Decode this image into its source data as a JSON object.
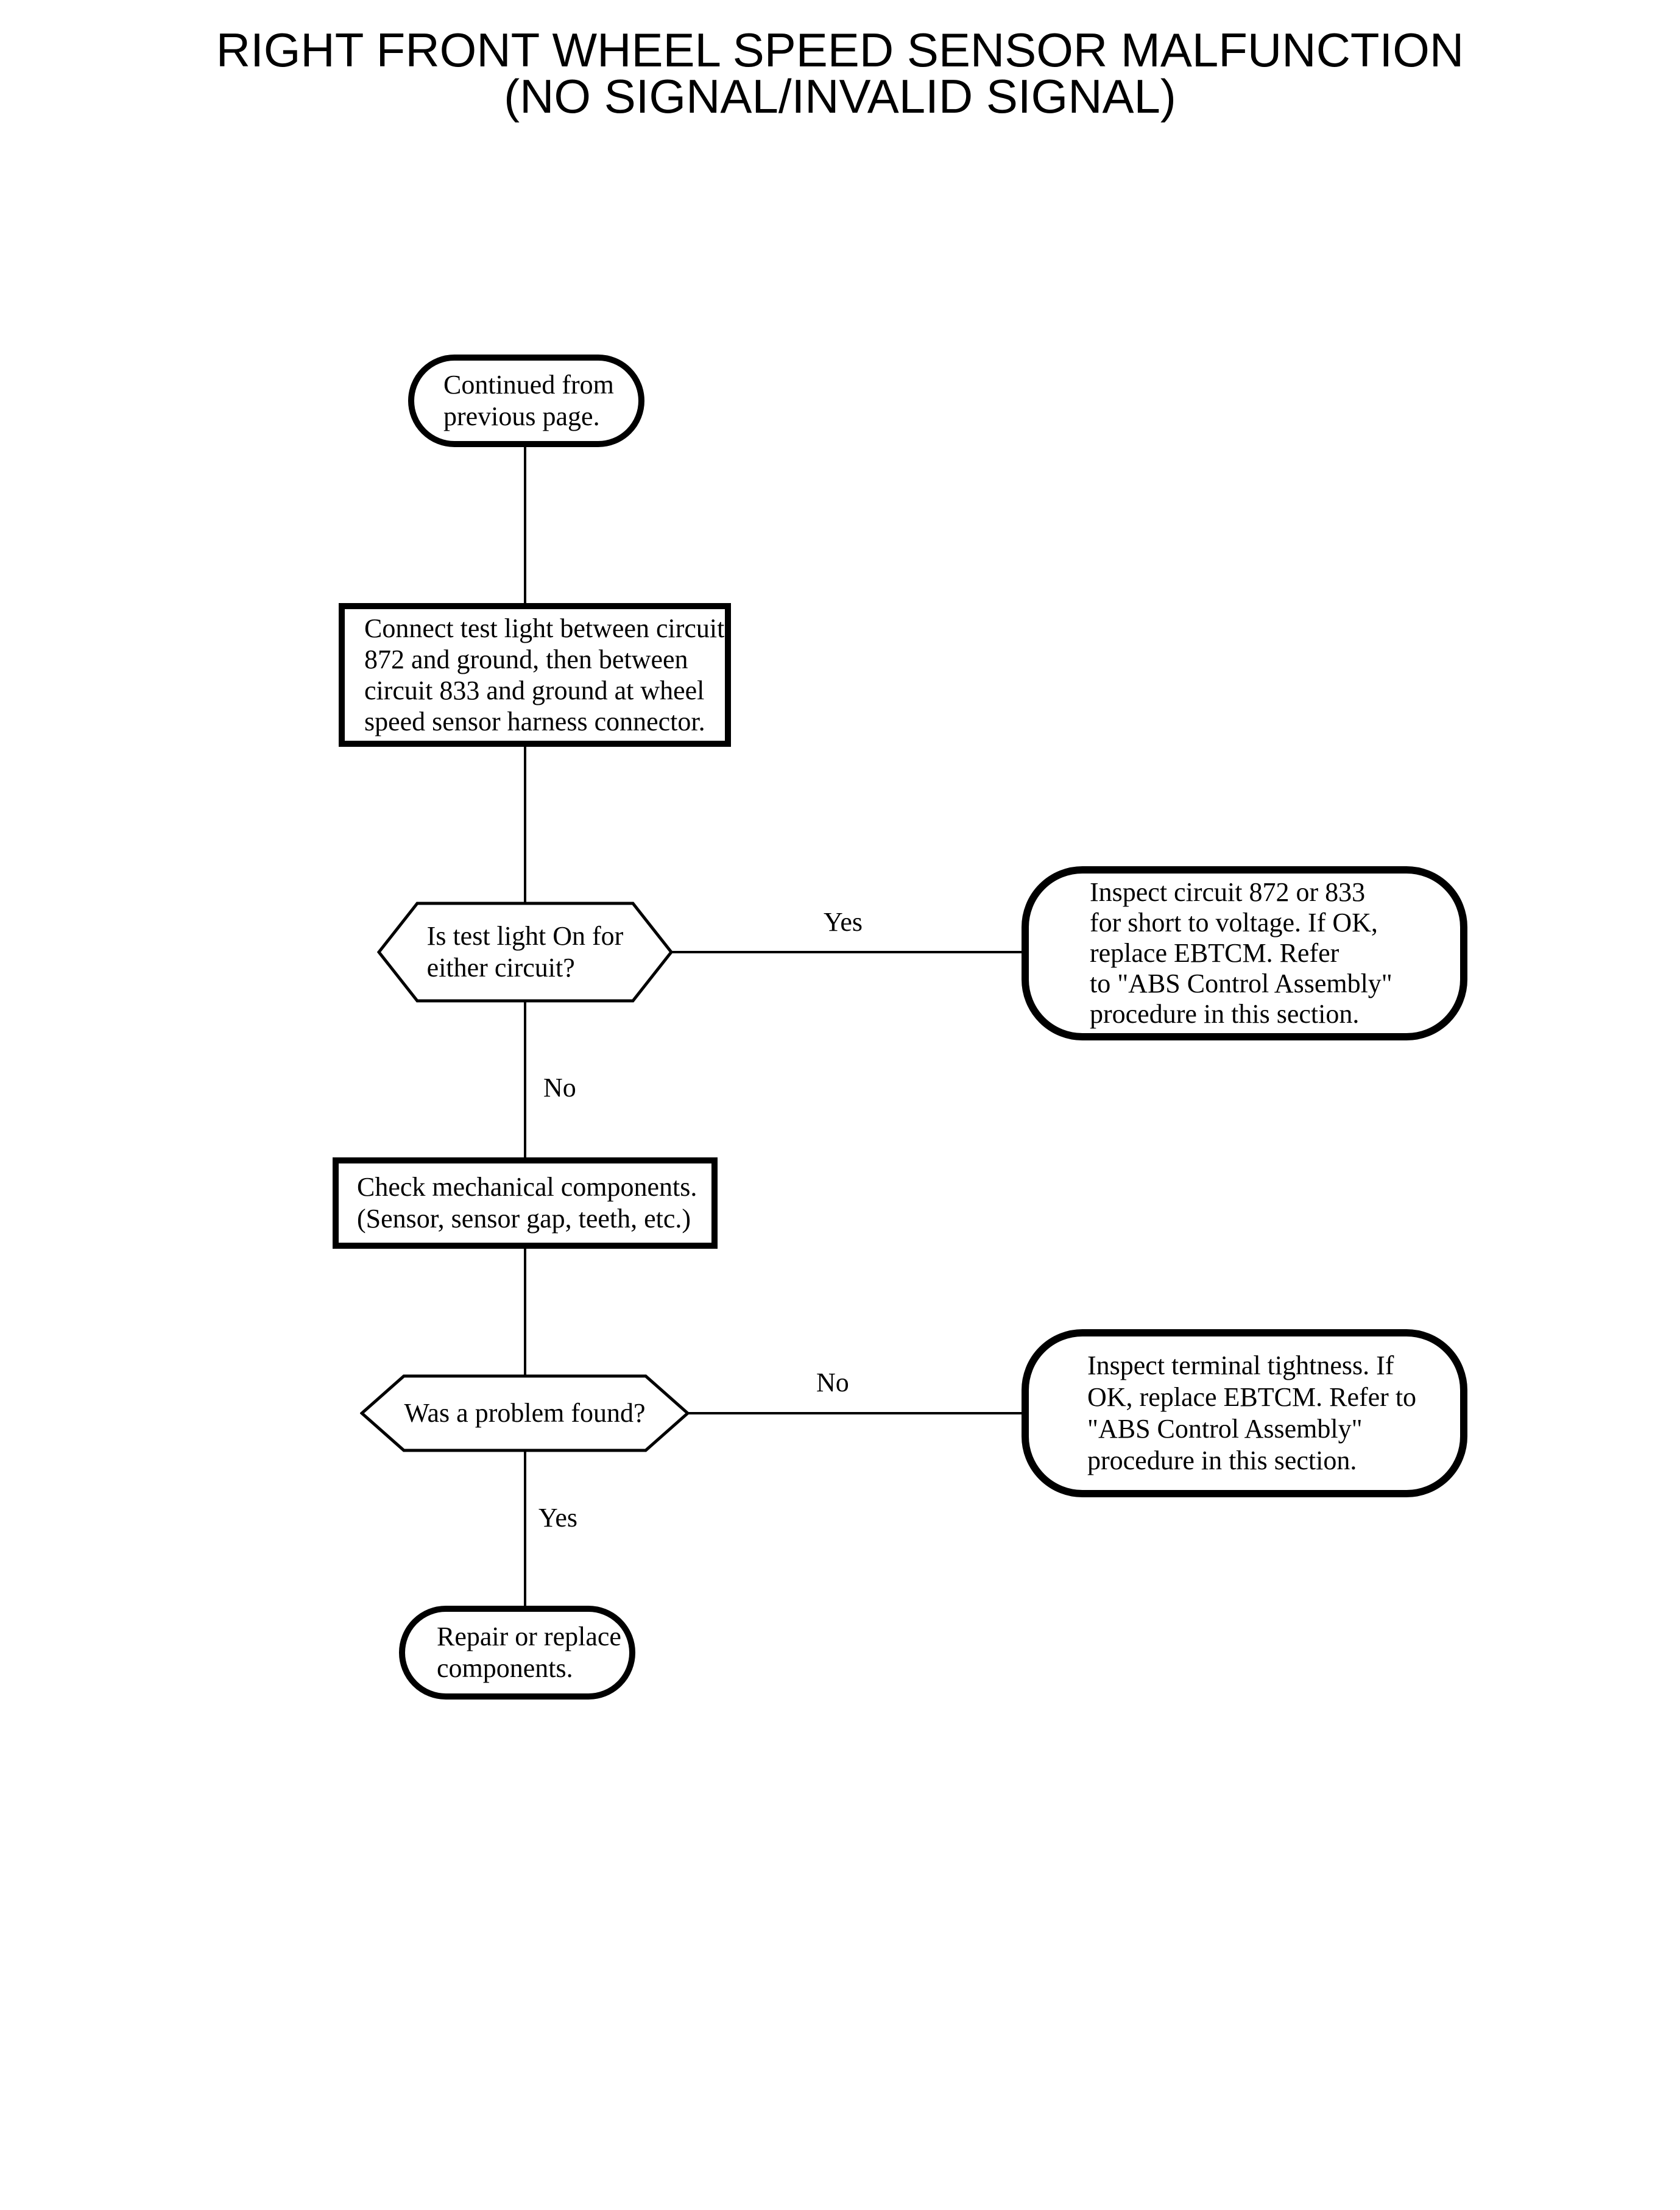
{
  "title": {
    "line1": "RIGHT FRONT WHEEL SPEED SENSOR MALFUNCTION",
    "line2": "(NO SIGNAL/INVALID SIGNAL)"
  },
  "flowchart": {
    "nodes": {
      "start_terminal": {
        "type": "terminal",
        "text": "Continued from\nprevious page."
      },
      "connect_test_light": {
        "type": "process",
        "text": "Connect test light between circuit\n872 and ground, then between\ncircuit 833 and ground at wheel\nspeed sensor harness connector."
      },
      "is_test_light_on": {
        "type": "decision",
        "text": "Is test light On for\neither circuit?"
      },
      "inspect_short_to_voltage": {
        "type": "result",
        "text": "Inspect circuit 872 or 833\nfor short to voltage. If OK,\nreplace EBTCM. Refer\nto \"ABS Control Assembly\"\nprocedure in this section."
      },
      "check_mechanical": {
        "type": "process",
        "text": "Check mechanical components.\n(Sensor, sensor gap, teeth, etc.)"
      },
      "was_problem_found": {
        "type": "decision",
        "text": "Was a problem found?"
      },
      "inspect_terminal_tightness": {
        "type": "result",
        "text": "Inspect terminal tightness. If\nOK, replace EBTCM. Refer to\n\"ABS Control Assembly\"\nprocedure in this section."
      },
      "repair_or_replace": {
        "type": "terminal",
        "text": "Repair or replace\ncomponents."
      }
    },
    "branch_labels": {
      "yes1": "Yes",
      "no1": "No",
      "no2": "No",
      "yes2": "Yes"
    },
    "colors": {
      "ink": "#000000",
      "paper": "#ffffff"
    }
  }
}
